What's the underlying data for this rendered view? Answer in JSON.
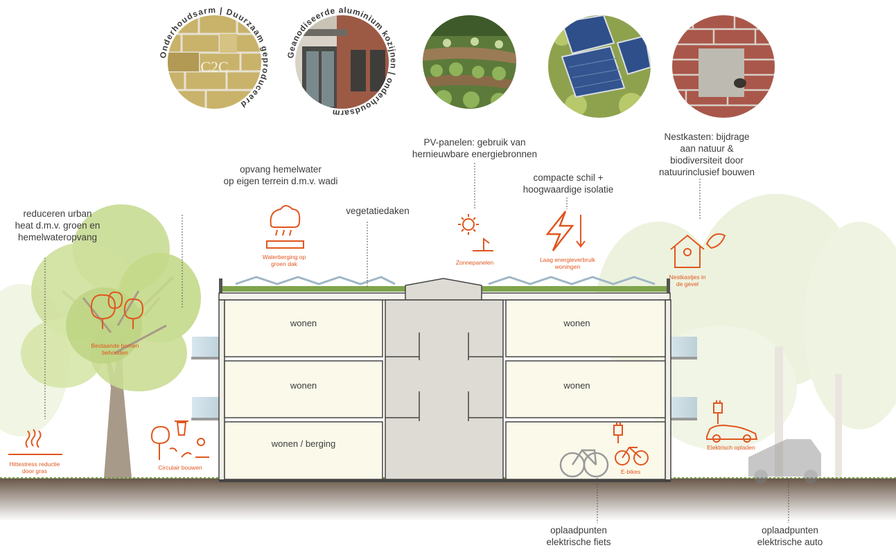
{
  "photos": [
    {
      "name": "photo-brick-c2c",
      "arc_text": "Onderhoudsarm | Duurzaam geproduceerd",
      "inner_text": "C2C"
    },
    {
      "name": "photo-facade-frames",
      "arc_text": "Geanodiseerde aluminium kozijnen | onderhoudsarm"
    },
    {
      "name": "photo-vegetable-garden"
    },
    {
      "name": "photo-solar-roof"
    },
    {
      "name": "photo-nest-box"
    }
  ],
  "callouts": {
    "urban_heat": [
      "reduceren urban",
      "heat d.m.v. groen en",
      "hemelwateropvang"
    ],
    "rainwater": [
      "opvang hemelwater",
      "op eigen terrein d.m.v. wadi"
    ],
    "green_roofs": [
      "vegetatiedaken"
    ],
    "pv_panels": [
      "PV-panelen: gebruik van",
      "hernieuwbare energiebronnen"
    ],
    "compact_shell": [
      "compacte schil +",
      "hoogwaardige isolatie"
    ],
    "nest_boxes": [
      "Nestkasten: bijdrage",
      "aan natuur &",
      "biodiversiteit door",
      "natuurinclusief bouwen"
    ],
    "bike_charging": [
      "oplaadpunten",
      "elektrische fiets"
    ],
    "car_charging": [
      "oplaadpunten",
      "elektrische auto"
    ]
  },
  "icon_labels": {
    "water_storage": [
      "Waterberging op",
      "groen dak"
    ],
    "solar": [
      "Zonnepanelen"
    ],
    "low_energy": [
      "Laag energieverbruik",
      "woningen"
    ],
    "nest": [
      "Nestkastjes in",
      "de gevel"
    ],
    "trees": [
      "Bestaande bomen",
      "behouden"
    ],
    "heat": [
      "Hittestress reductie",
      "door gras"
    ],
    "circular": [
      "Circulair bouwen"
    ],
    "ebikes": [
      "E-bikes"
    ],
    "ecar": [
      "Elektrisch opladen"
    ]
  },
  "rooms": {
    "left_top": "wonen",
    "left_mid": "wonen",
    "left_bottom": "wonen / berging",
    "right_top": "wonen",
    "right_mid": "wonen"
  },
  "colors": {
    "accent_orange": "#e0561e",
    "text": "#3c3c3c",
    "tree_green": "#c3d88a",
    "room_fill": "#fbf9ea",
    "core_fill": "#dedbd4",
    "roof_blue": "#9fb7c6",
    "grass": "#6e9a3c",
    "ground": "#7a6758"
  }
}
